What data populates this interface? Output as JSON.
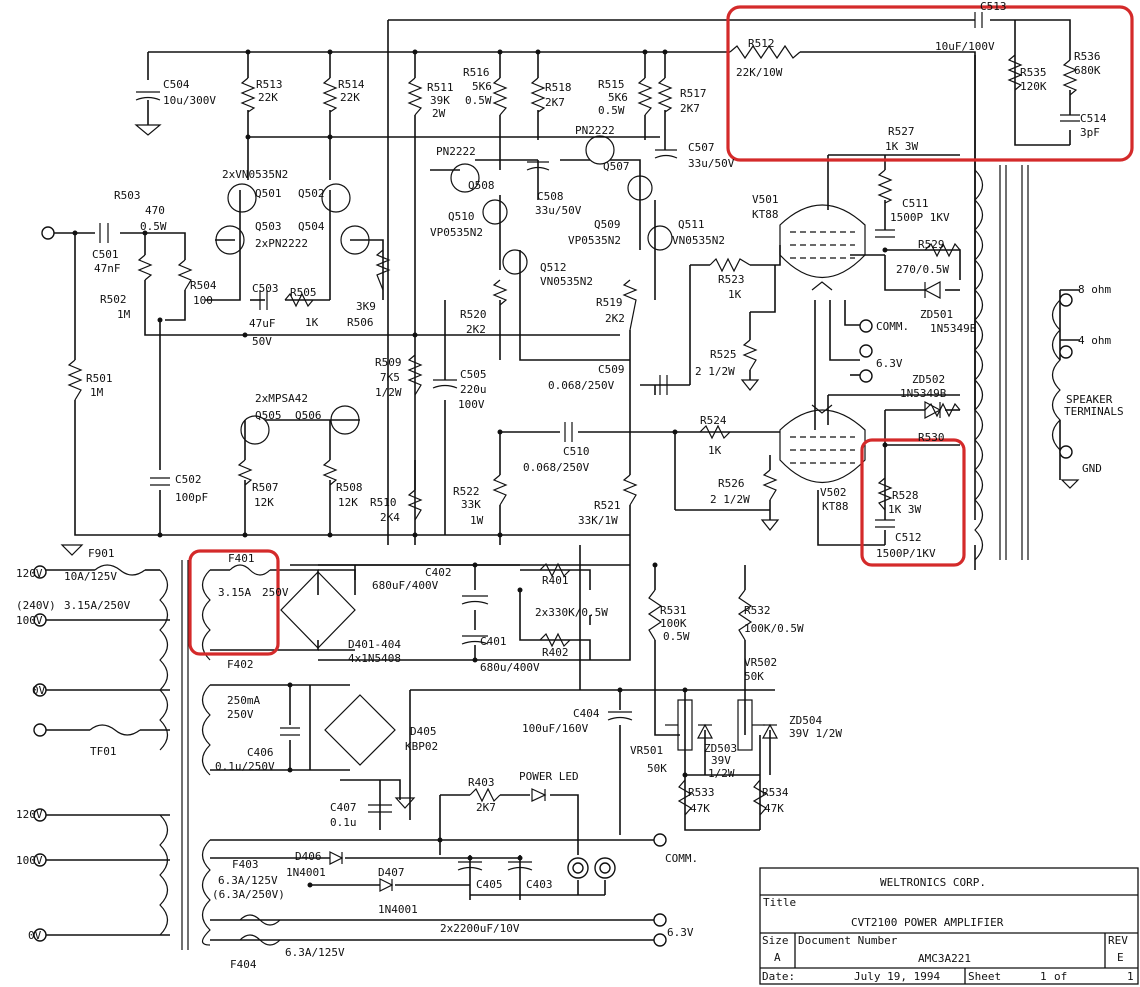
{
  "labels": {
    "C513": "C513",
    "C513_val": "10uF/100V",
    "R512": "R512",
    "R512_val": "22K/10W",
    "R535": "R535",
    "R535_val": "120K",
    "R536": "R536",
    "R536_val": "680K",
    "C514": "C514",
    "C514_val": "3pF",
    "C504": "C504",
    "C504_val": "10u/300V",
    "R513": "R513",
    "R513_val": "22K",
    "R514": "R514",
    "R514_val": "22K",
    "R511": "R511",
    "R511_val1": "39K",
    "R511_val2": "2W",
    "R516": "R516",
    "R516_val1": "5K6",
    "R516_val2": "0.5W",
    "R518": "R518",
    "R518_val": "2K7",
    "R515": "R515",
    "R515_val1": "5K6",
    "R515_val2": "0.5W",
    "R517": "R517",
    "R517_val": "2K7",
    "PN2222a": "PN2222",
    "PN2222b": "PN2222",
    "C507": "C507",
    "C507_val": "33u/50V",
    "R527": "R527",
    "R527_val": "1K 3W",
    "VN0535x2": "2xVN0535N2",
    "Q501": "Q501",
    "Q502": "Q502",
    "Q503": "Q503",
    "Q504": "Q504",
    "PN2222x2": "2xPN2222",
    "Q508": "Q508",
    "Q507": "Q507",
    "C508": "C508",
    "C508_val": "33u/50V",
    "Q510": "Q510",
    "VP0535_a": "VP0535N2",
    "Q509": "Q509",
    "VP0535_b": "VP0535N2",
    "Q511": "Q511",
    "VN0535_c": "VN0535N2",
    "Q512": "Q512",
    "VN0535_d": "VN0535N2",
    "V501": "V501",
    "KT88a": "KT88",
    "C511": "C511",
    "C511_val": "1500P 1KV",
    "R529": "R529",
    "R529_val": "270/0.5W",
    "ZD501": "ZD501",
    "ZD501_val": "1N5349B",
    "COMM1": "COMM.",
    "R503": "R503",
    "R503_v1": "470",
    "R503_v2": "0.5W",
    "C501": "C501",
    "C501_val": "47nF",
    "R504": "R504",
    "R504_val": "100",
    "R502": "R502",
    "R502_val": "1M",
    "C503": "C503",
    "C503_v1": "47uF",
    "C503_v2": "50V",
    "R505": "R505",
    "R505_val": "1K",
    "R506_val": "3K9",
    "R506": "R506",
    "R520": "R520",
    "R520_val": "2K2",
    "R519": "R519",
    "R519_val": "2K2",
    "R523": "R523",
    "R523_val": "1K",
    "R525": "R525",
    "R525_val": "2 1/2W",
    "V63": "6.3V",
    "R501": "R501",
    "R501_val": "1M",
    "R509": "R509",
    "R509_v1": "7K5",
    "R509_v2": "1/2W",
    "C505": "C505",
    "C505_v1": "220u",
    "C505_v2": "100V",
    "C509": "C509",
    "C509_val": "0.068/250V",
    "ZD502": "ZD502",
    "ZD502_val": "1N5349B",
    "MPSA42x2": "2xMPSA42",
    "Q505": "Q505",
    "Q506": "Q506",
    "R524": "R524",
    "R524_val": "1K",
    "R530": "R530",
    "C510": "C510",
    "C510_val": "0.068/250V",
    "R526": "R526",
    "R526_val": "2 1/2W",
    "R528": "R528",
    "R528_val": "1K 3W",
    "C502": "C502",
    "C502_val": "100pF",
    "R507": "R507",
    "R507_val": "12K",
    "R508": "R508",
    "R508_val": "12K",
    "R510": "R510",
    "R510_val": "2K4",
    "R522": "R522",
    "R522_v1": "33K",
    "R522_v2": "1W",
    "R521": "R521",
    "R521_val": "33K/1W",
    "V502": "V502",
    "KT88b": "KT88",
    "C512": "C512",
    "C512_val": "1500P/1KV",
    "ohm8": "8 ohm",
    "ohm4": "4 ohm",
    "spk1": "SPEAKER",
    "spk2": "TERMINALS",
    "gnd": "GND",
    "F901": "F901",
    "v120a": "120V",
    "v100a": "100V",
    "v240": "(240V)",
    "v0a": "0V",
    "f901_v1": "10A/125V",
    "f901_v2": "3.15A/250V",
    "F401": "F401",
    "F401_val": "3.15A",
    "v250": "250V",
    "C402": "C402",
    "C402_val": "680uF/400V",
    "R401": "R401",
    "R401x2": "2x330K/0.5W",
    "R402": "R402",
    "C401": "C401",
    "C401_val": "680u/400V",
    "D401": "D401-404",
    "D401_val": "4x1N5408",
    "R531": "R531",
    "R531_v1": "100K",
    "R531_v2": "0.5W",
    "R532": "R532",
    "R532_val": "100K/0.5W",
    "VR502": "VR502",
    "VR502_val": "50K",
    "F402": "F402",
    "F402_v1": "250mA",
    "F402_v2": "250V",
    "TF01": "TF01",
    "C406": "C406",
    "C406_val": "0.1u/250V",
    "D405": "D405",
    "D405_val": "KBP02",
    "C404": "C404",
    "C404_val": "100uF/160V",
    "VR501": "VR501",
    "VR501_val": "50K",
    "ZD503": "ZD503",
    "ZD503_v1": "39V",
    "ZD503_v2": "1/2W",
    "ZD504": "ZD504",
    "ZD504_val": "39V 1/2W",
    "R533": "R533",
    "R533_val": "47K",
    "R534": "R534",
    "R534_val": "47K",
    "R403": "R403",
    "R403_val": "2K7",
    "power_led": "POWER LED",
    "C407": "C407",
    "C407_val": "0.1u",
    "v120b": "120V",
    "v100b": "100V",
    "v0b": "0V",
    "F403": "F403",
    "F403_v1": "6.3A/125V",
    "F403_v2": "(6.3A/250V)",
    "F404": "F404",
    "F404_val": "6.3A/125V",
    "D406": "D406",
    "D406_val": "1N4001",
    "D407": "D407",
    "D407_val": "1N4001",
    "C405": "C405",
    "C403": "C403",
    "cap_x2": "2x2200uF/10V",
    "COMM2": "COMM.",
    "V63b": "6.3V"
  },
  "title_block": {
    "company": "WELTRONICS CORP.",
    "title_label": "Title",
    "title": "CVT2100 POWER AMPLIFIER",
    "size_label": "Size",
    "size": "A",
    "docnum_label": "Document Number",
    "docnum": "AMC3A221",
    "rev_label": "REV",
    "rev": "E",
    "date_label": "Date:",
    "date": "July 19, 1994",
    "sheet_label": "Sheet",
    "sheet": "1",
    "of_label": "of",
    "of": "1"
  },
  "colors": {
    "ink": "#111111",
    "highlight": "#d42a2a",
    "paper": "#ffffff"
  }
}
